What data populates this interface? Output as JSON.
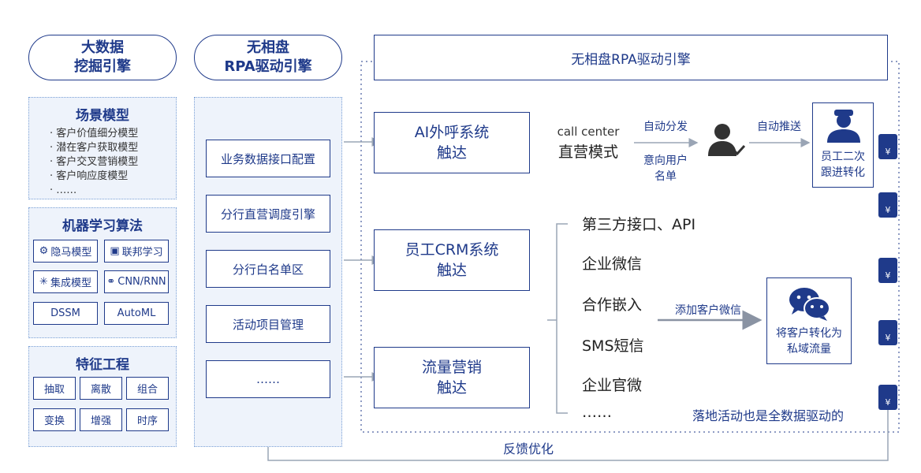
{
  "col1": {
    "header": [
      "大数据",
      "挖掘引擎"
    ],
    "scene": {
      "title": "场景模型",
      "items": [
        "客户价值细分模型",
        "潜在客户获取模型",
        "客户交叉营销模型",
        "客户响应度模型",
        "……"
      ]
    },
    "ml": {
      "title": "机器学习算法",
      "items": [
        {
          "label": "隐马模型",
          "icon": "gear-icon"
        },
        {
          "label": "联邦学习",
          "icon": "federated-icon"
        },
        {
          "label": "集成模型",
          "icon": "network-icon"
        },
        {
          "label": "CNN/RNN",
          "icon": "cnn-icon"
        },
        {
          "label": "DSSM",
          "icon": ""
        },
        {
          "label": "AutoML",
          "icon": ""
        }
      ]
    },
    "feature": {
      "title": "特征工程",
      "items": [
        "抽取",
        "离散",
        "组合",
        "变换",
        "增强",
        "时序"
      ]
    }
  },
  "col2": {
    "header": [
      "无相盘",
      "RPA驱动引擎"
    ],
    "items": [
      "业务数据接口配置",
      "分行直营调度引擎",
      "分行白名单区",
      "活动项目管理",
      "……"
    ]
  },
  "engine_title": "无相盘RPA驱动引擎",
  "channels": [
    [
      "AI外呼系统",
      "触达"
    ],
    [
      "员工CRM系统",
      "触达"
    ],
    [
      "流量营销",
      "触达"
    ]
  ],
  "call": {
    "en": "call center",
    "mode": "直营模式",
    "auto_dispatch": "自动分发",
    "intent": [
      "意向用户",
      "名单"
    ],
    "auto_push": "自动推送",
    "staff": [
      "员工二次",
      "跟进转化"
    ]
  },
  "crm_list": [
    "第三方接口、API",
    "企业微信",
    "合作嵌入",
    "SMS短信",
    "企业官微",
    "……"
  ],
  "wechat": {
    "add_label": "添加客户微信",
    "box": [
      "将客户转化为",
      "私域流量"
    ]
  },
  "footer_note": "落地活动也是全数据驱动的",
  "feedback": "反馈优化",
  "coin_symbol": "¥",
  "colors": {
    "primary": "#1f3a8a",
    "panel": "#eef3fb",
    "arrow": "#9aa5b5"
  }
}
